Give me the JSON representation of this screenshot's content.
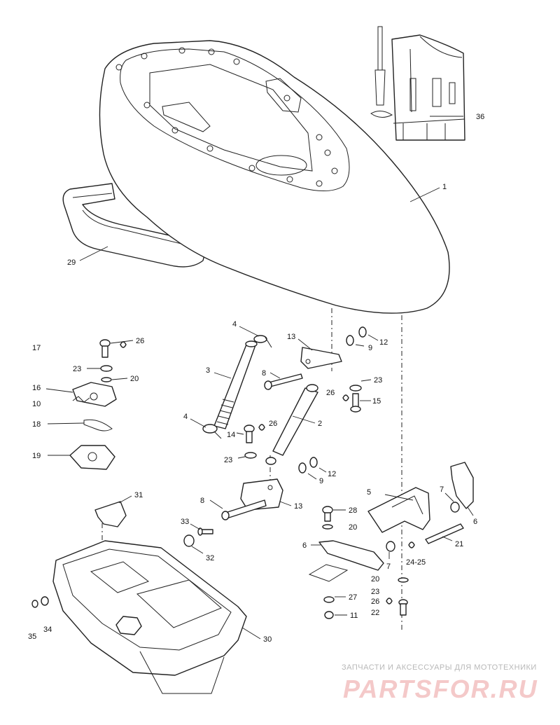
{
  "labels": {
    "l1": "1",
    "l2": "2",
    "l3": "3",
    "l4a": "4",
    "l4b": "4",
    "l5": "5",
    "l6a": "6",
    "l6b": "6",
    "l7a": "7",
    "l7b": "7",
    "l8a": "8",
    "l8b": "8",
    "l9a": "9",
    "l9b": "9",
    "l10": "10",
    "l11": "11",
    "l12a": "12",
    "l12b": "12",
    "l13a": "13",
    "l13b": "13",
    "l14": "14",
    "l15": "15",
    "l16": "16",
    "l17": "17",
    "l18": "18",
    "l19": "19",
    "l20a": "20",
    "l20b": "20",
    "l20c": "20",
    "l21": "21",
    "l22": "22",
    "l23a": "23",
    "l23b": "23",
    "l23c": "23",
    "l23d": "23",
    "l2425": "24-25",
    "l26a": "26",
    "l26b": "26",
    "l26c": "26",
    "l26d": "26",
    "l27": "27",
    "l28": "28",
    "l29": "29",
    "l30": "30",
    "l31": "31",
    "l32": "32",
    "l33": "33",
    "l34": "34",
    "l35": "35",
    "l36": "36"
  },
  "watermark": {
    "tagline": "ЗАПЧАСТИ И АКСЕССУАРЫ ДЛЯ МОТОТЕХНИКИ",
    "logo": "PARTSFOR.RU",
    "color": "#e53935"
  }
}
